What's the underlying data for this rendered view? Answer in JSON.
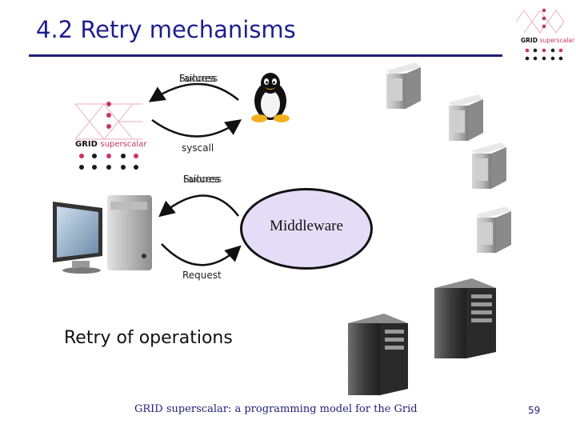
{
  "slide": {
    "title": "4.2 Retry mechanisms",
    "footer": "GRID superscalar: a programming model for the Grid",
    "page_number": "59"
  },
  "logos": {
    "top_right": {
      "grid": "GRID",
      "superscalar": "superscalar"
    },
    "left": {
      "grid": "GRID",
      "superscalar": "superscalar"
    }
  },
  "diagram": {
    "upper_label_1a": "Failures",
    "upper_label_1b": "Success",
    "upper_label_2": "syscall",
    "lower_label_1a": "Failures",
    "lower_label_1b": "Success",
    "lower_label_2": "Request",
    "middleware": "Middleware",
    "retry_text": "Retry of operations"
  },
  "colors": {
    "title": "#1f1f8f",
    "logo_dot_magenta": "#c8336b",
    "logo_dot_dark": "#1a1a1a",
    "middleware_fill": "#e5dcf7"
  },
  "icons": [
    "linux-penguin-icon",
    "server-tower-icon",
    "desktop-computer-icon",
    "rack-server-icon"
  ]
}
